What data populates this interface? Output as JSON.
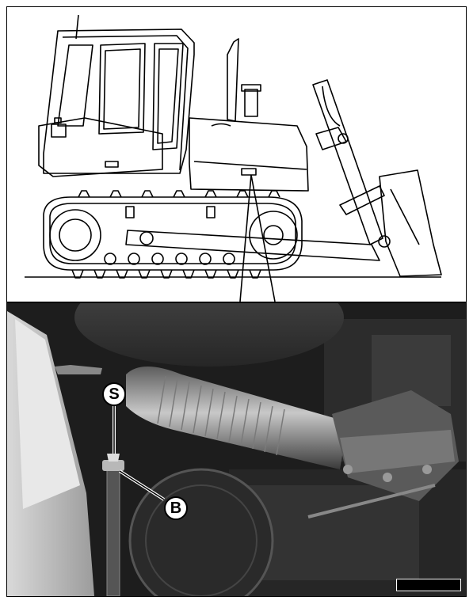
{
  "figure": {
    "callouts": [
      {
        "id": "s",
        "label": "S"
      },
      {
        "id": "b",
        "label": "B"
      }
    ],
    "colors": {
      "line": "#000000",
      "paper": "#ffffff",
      "photo_dark": "#1b1b1b"
    }
  }
}
